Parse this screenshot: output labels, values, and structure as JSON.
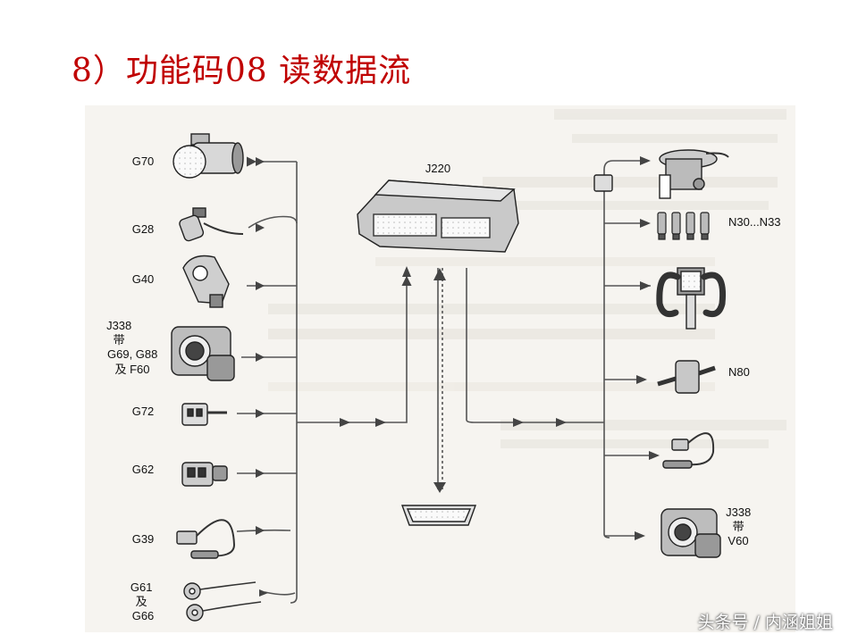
{
  "title": "8）功能码08  读数据流",
  "ecu": {
    "label": "J220"
  },
  "inputs": [
    {
      "id": "g70",
      "lines": [
        "G70"
      ]
    },
    {
      "id": "g28",
      "lines": [
        "G28"
      ]
    },
    {
      "id": "g40",
      "lines": [
        "G40"
      ]
    },
    {
      "id": "j338",
      "lines": [
        "J338",
        "带",
        "G69, G88",
        "及  F60"
      ]
    },
    {
      "id": "g72",
      "lines": [
        "G72"
      ]
    },
    {
      "id": "g62",
      "lines": [
        "G62"
      ]
    },
    {
      "id": "g39",
      "lines": [
        "G39"
      ]
    },
    {
      "id": "g61",
      "lines": [
        "G61",
        "及",
        "G66"
      ]
    }
  ],
  "outputs": [
    {
      "id": "fuel-pump",
      "lines": []
    },
    {
      "id": "n30",
      "lines": [
        "N30...N33"
      ]
    },
    {
      "id": "ignition",
      "lines": []
    },
    {
      "id": "n80",
      "lines": [
        "N80"
      ]
    },
    {
      "id": "lambda",
      "lines": []
    },
    {
      "id": "j338-v60",
      "lines": [
        "J338",
        "带",
        "V60"
      ]
    }
  ],
  "watermark": "头条号 / 内涵姐姐"
}
